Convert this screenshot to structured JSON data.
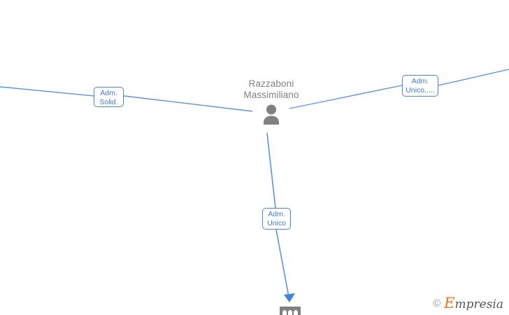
{
  "graph": {
    "title": "Razzaboni Massimiliano corporate relations graph",
    "colors": {
      "edge": "#4a86d8",
      "edge_light": "#5b93de",
      "label_border": "#4a86d8",
      "label_text": "#3f7ad0",
      "node_text": "#808080",
      "node_icon": "#808080",
      "background": "#ffffff"
    },
    "center_node": {
      "name": "person-node",
      "label": "Razzaboni\nMassimiliano",
      "icon": "person-icon"
    },
    "company_node": {
      "name": "company-node",
      "icon": "company-building-icon",
      "label": ""
    },
    "edge_labels": [
      {
        "id": "adm-solid",
        "text": "Adm.\nSolid."
      },
      {
        "id": "adm-unico-multi",
        "text": "Adm.\nUnico,...."
      },
      {
        "id": "adm-unico",
        "text": "Adm.\nUnico"
      }
    ]
  },
  "watermark": {
    "copyright": "©",
    "brand_initial": "E",
    "brand_rest": "mpresia"
  }
}
